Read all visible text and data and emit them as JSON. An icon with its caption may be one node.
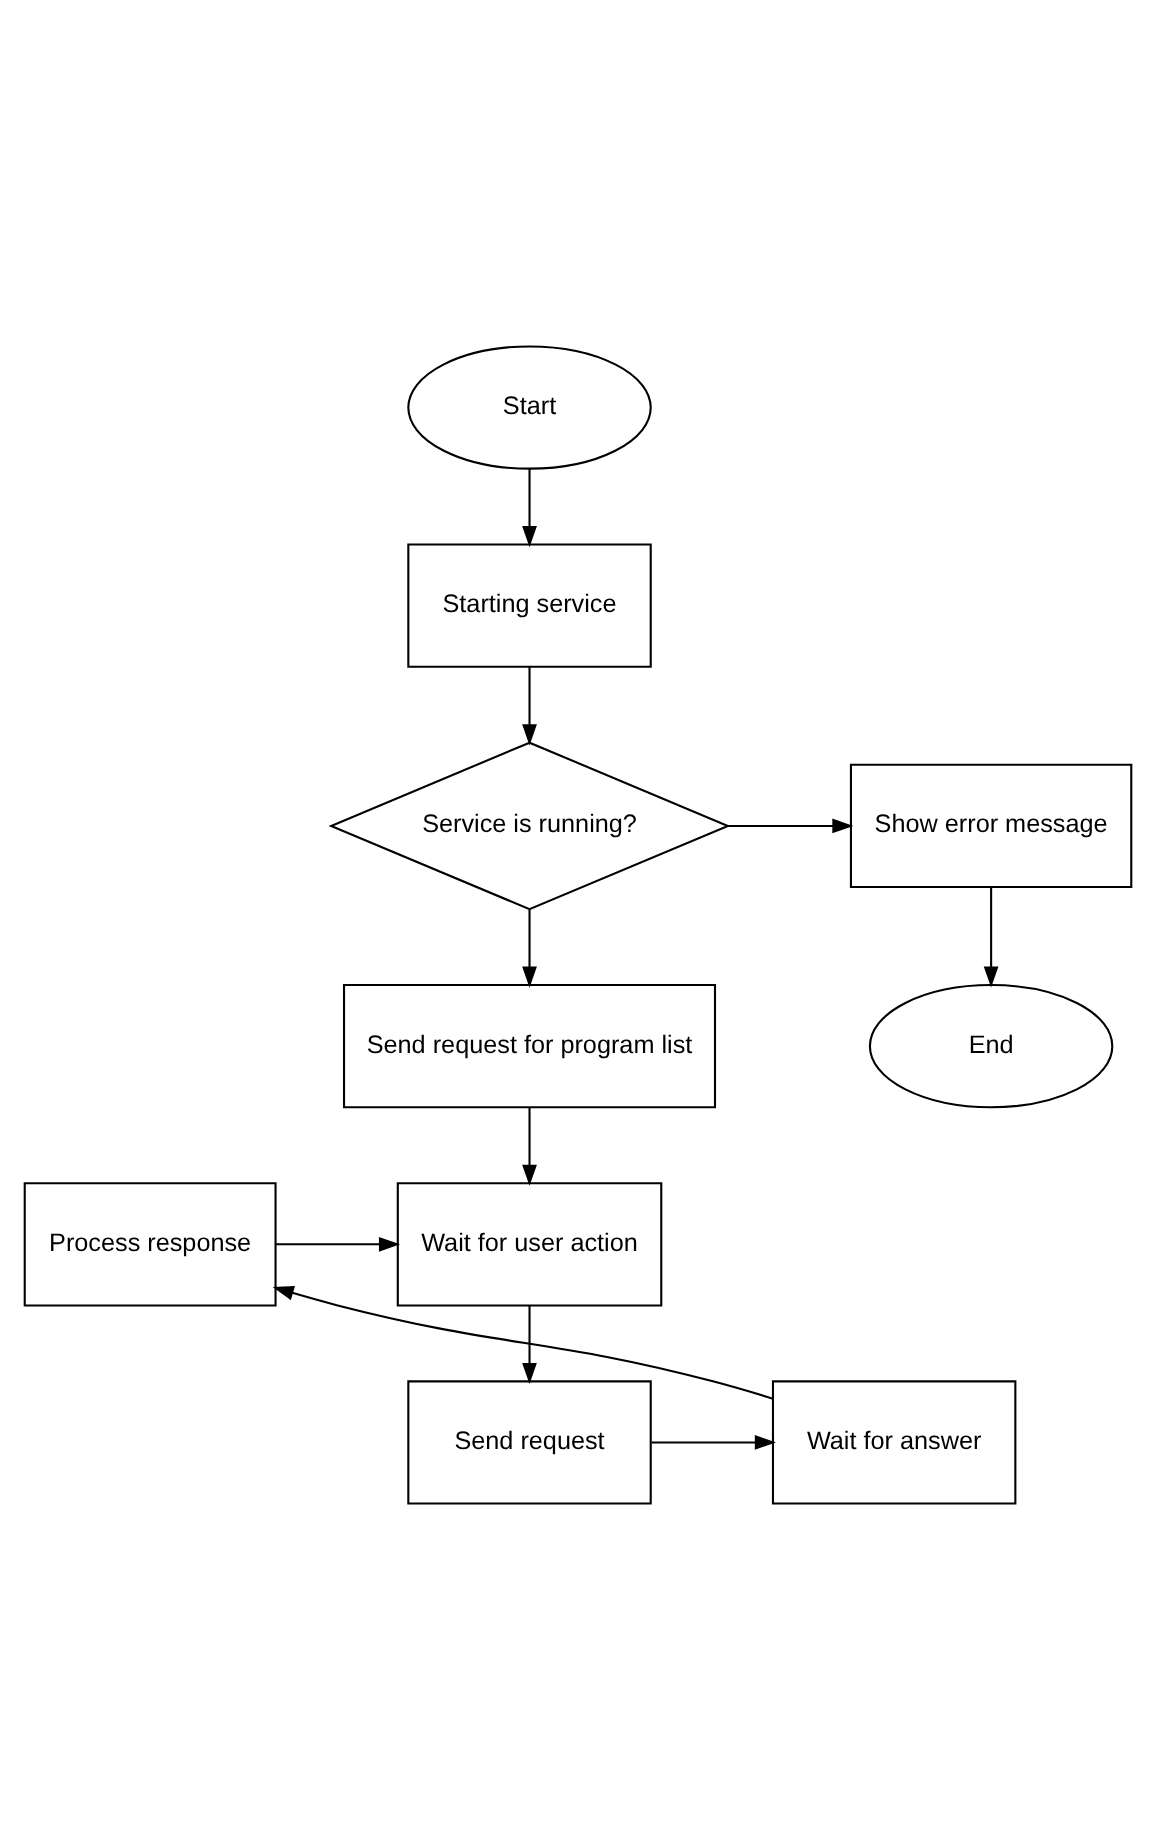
{
  "diagram": {
    "nodes": [
      {
        "text": [
          "Start"
        ]
      },
      {
        "text": [
          "Starting service"
        ]
      },
      {
        "text": [
          "Service is running?"
        ]
      },
      {
        "text": [
          "Show error message"
        ]
      },
      {
        "text": [
          "End"
        ]
      },
      {
        "text": [
          "Send request for program list"
        ]
      },
      {
        "text": [
          "Wait for user action"
        ]
      },
      {
        "text": [
          "Process response"
        ]
      },
      {
        "text": [
          "Send request"
        ]
      },
      {
        "text": [
          "Wait for answer"
        ]
      }
    ],
    "edges": [
      {
        "from": 0,
        "to": 1,
        "arrow": "to"
      },
      {
        "from": 1,
        "to": 2,
        "arrow": "to"
      },
      {
        "from": 2,
        "to": 3,
        "arrow": "to"
      },
      {
        "from": 3,
        "to": 4,
        "arrow": "to"
      },
      {
        "from": 2,
        "to": 5,
        "arrow": "to"
      },
      {
        "from": 5,
        "to": 6,
        "arrow": "to"
      },
      {
        "from": 6,
        "to": 8,
        "arrow": "to"
      },
      {
        "from": 8,
        "to": 9,
        "arrow": "to"
      },
      {
        "from": 9,
        "to": 7,
        "arrow": "to"
      },
      {
        "from": 7,
        "to": 6,
        "arrow": "to"
      }
    ]
  }
}
